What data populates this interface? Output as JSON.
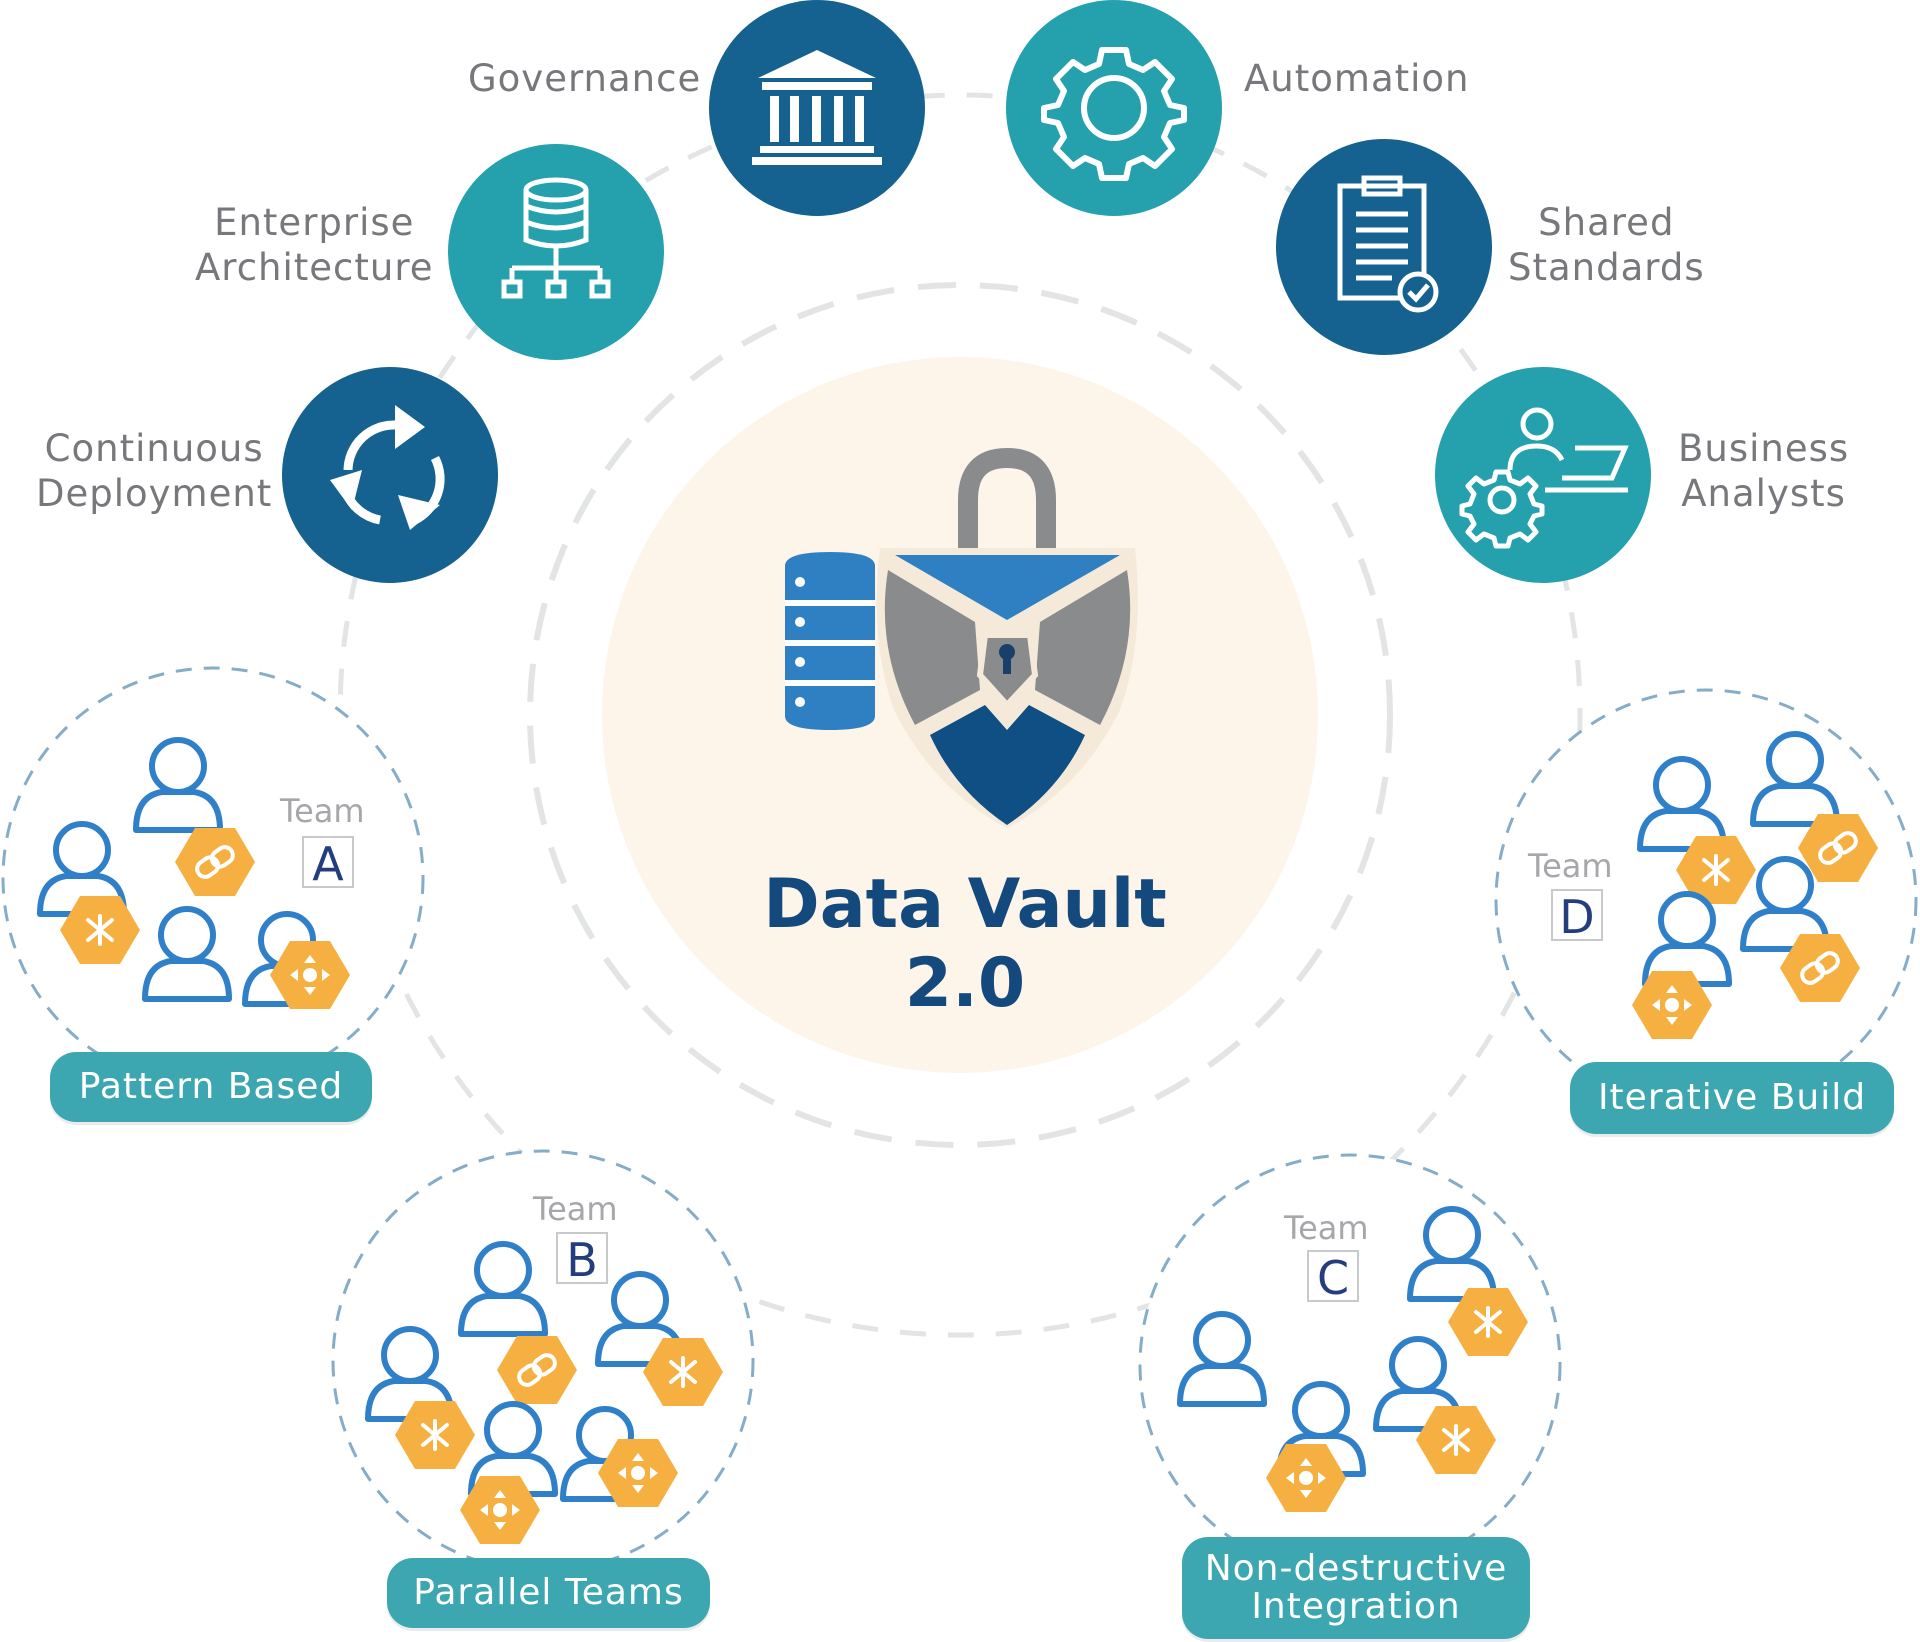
{
  "title": "Data Vault 2.0",
  "colors": {
    "dark_blue": "#15618f",
    "teal": "#25a0ad",
    "center_fill": "#fdf4ea",
    "pill": "#3ca7b1",
    "hex_badge": "#f6b042",
    "person_outline": "#2f7fc9",
    "title": "#14497e"
  },
  "pillars": [
    {
      "label": [
        "Continuous",
        "Deployment"
      ],
      "icon": "cycle-arrows-icon"
    },
    {
      "label": [
        "Enterprise",
        "Architecture"
      ],
      "icon": "database-hierarchy-icon"
    },
    {
      "label": [
        "Governance"
      ],
      "icon": "institution-icon"
    },
    {
      "label": [
        "Automation"
      ],
      "icon": "gear-icon"
    },
    {
      "label": [
        "Shared",
        "Standards"
      ],
      "icon": "clipboard-check-icon"
    },
    {
      "label": [
        "Business",
        "Analysts"
      ],
      "icon": "analyst-laptop-icon"
    }
  ],
  "teams": [
    {
      "word": "Team",
      "letter": "A",
      "pill": [
        "Pattern Based"
      ]
    },
    {
      "word": "Team",
      "letter": "B",
      "pill": [
        "Parallel Teams"
      ]
    },
    {
      "word": "Team",
      "letter": "C",
      "pill": [
        "Non-destructive",
        "Integration"
      ]
    },
    {
      "word": "Team",
      "letter": "D",
      "pill": [
        "Iterative Build"
      ]
    }
  ]
}
